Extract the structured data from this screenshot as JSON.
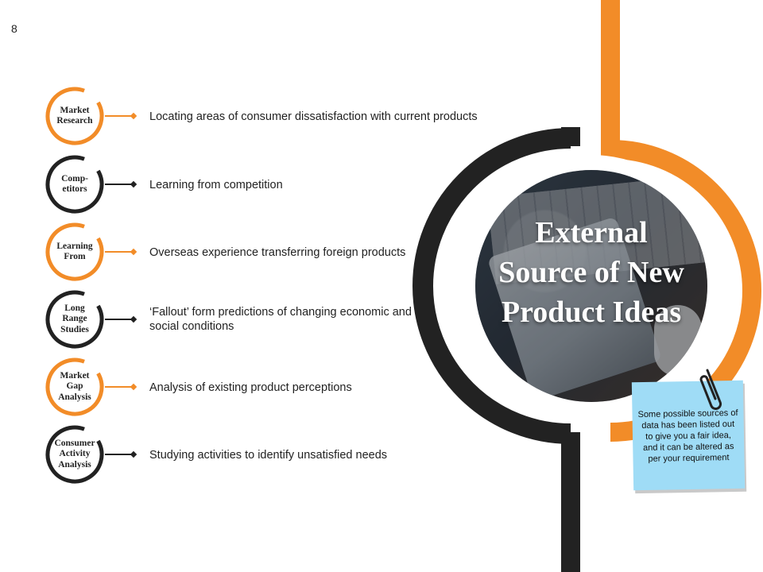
{
  "slide": {
    "number": "8"
  },
  "colors": {
    "orange": "#F28C28",
    "dark": "#222222",
    "note": "#9FDCF6"
  },
  "items": [
    {
      "label": "Market\nResearch",
      "ring_color": "orange",
      "description": "Locating areas of consumer dissatisfaction with current products"
    },
    {
      "label": "Comp-\netitors",
      "ring_color": "dark",
      "description": "Learning from competition"
    },
    {
      "label": "Learning\nFrom",
      "ring_color": "orange",
      "description": "Overseas experience transferring foreign products"
    },
    {
      "label": "Long\nRange\nStudies",
      "ring_color": "dark",
      "description": "‘Fallout’ form predictions of changing economic and social conditions"
    },
    {
      "label": "Market\nGap\nAnalysis",
      "ring_color": "orange",
      "description": "Analysis of existing product perceptions"
    },
    {
      "label": "Consumer\nActivity\nAnalysis",
      "ring_color": "dark",
      "description": "Studying activities to identify unsatisfied needs"
    }
  ],
  "hero": {
    "title": "External\nSource of New\nProduct Ideas"
  },
  "note": {
    "text": "Some possible sources of data has been listed out to give you a fair idea, and it can be altered as per your requirement"
  },
  "icons": {
    "note_clip": "paperclip-icon"
  }
}
